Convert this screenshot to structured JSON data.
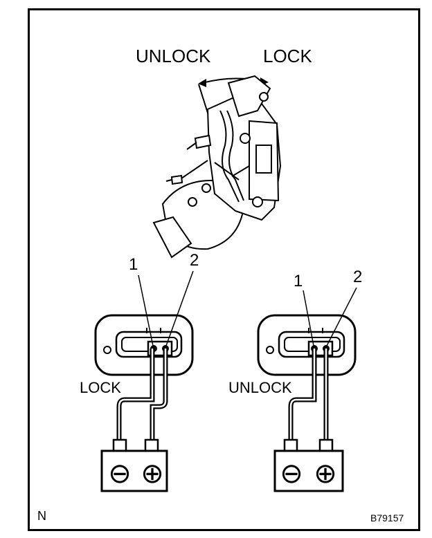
{
  "top": {
    "unlock_label": "UNLOCK",
    "lock_label": "LOCK"
  },
  "left_connector": {
    "pin1": "1",
    "pin2": "2",
    "mode_label": "LOCK"
  },
  "right_connector": {
    "pin1": "1",
    "pin2": "2",
    "mode_label": "UNLOCK"
  },
  "battery": {
    "minus": "⊖",
    "plus": "⊕"
  },
  "footer": {
    "corner_letter": "N",
    "figure_code": "B79157"
  }
}
